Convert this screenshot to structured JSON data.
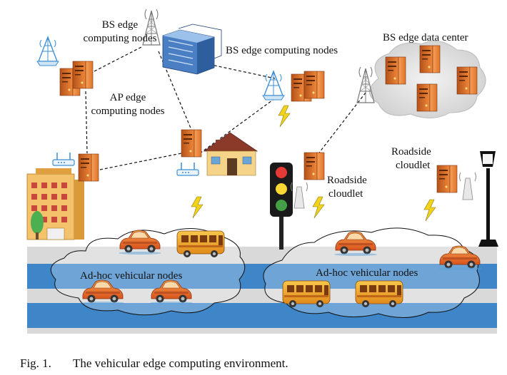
{
  "labels": {
    "bs_edge_nodes_top": [
      "BS edge",
      "computing nodes"
    ],
    "bs_edge_nodes_right": "BS edge computing nodes",
    "bs_edge_data_center": "BS edge data center",
    "ap_edge_nodes": [
      "AP edge",
      "computing nodes"
    ],
    "roadside_cloudlet_center": [
      "Roadside",
      "cloudlet"
    ],
    "roadside_cloudlet_right": [
      "Roadside",
      "cloudlet"
    ],
    "adhoc_left": "Ad-hoc vehicular nodes",
    "adhoc_right": "Ad-hoc vehicular nodes"
  },
  "caption": {
    "figure_number": "Fig. 1.",
    "text": "The vehicular edge computing environment."
  },
  "icons": [
    "server-icon",
    "base-station-tower-icon",
    "wifi-router-icon",
    "building-icon",
    "house-icon",
    "traffic-light-icon",
    "street-lamp-icon",
    "car-icon",
    "bus-icon",
    "lightning-icon",
    "cloud-icon",
    "tree-icon",
    "antenna-icon"
  ],
  "colors": {
    "server": "#e8782a",
    "road_blue": "#3f86c9",
    "road_gray": "#d9d9d9",
    "lightning": "#f2d21b",
    "tower": "#3d8fd4"
  }
}
